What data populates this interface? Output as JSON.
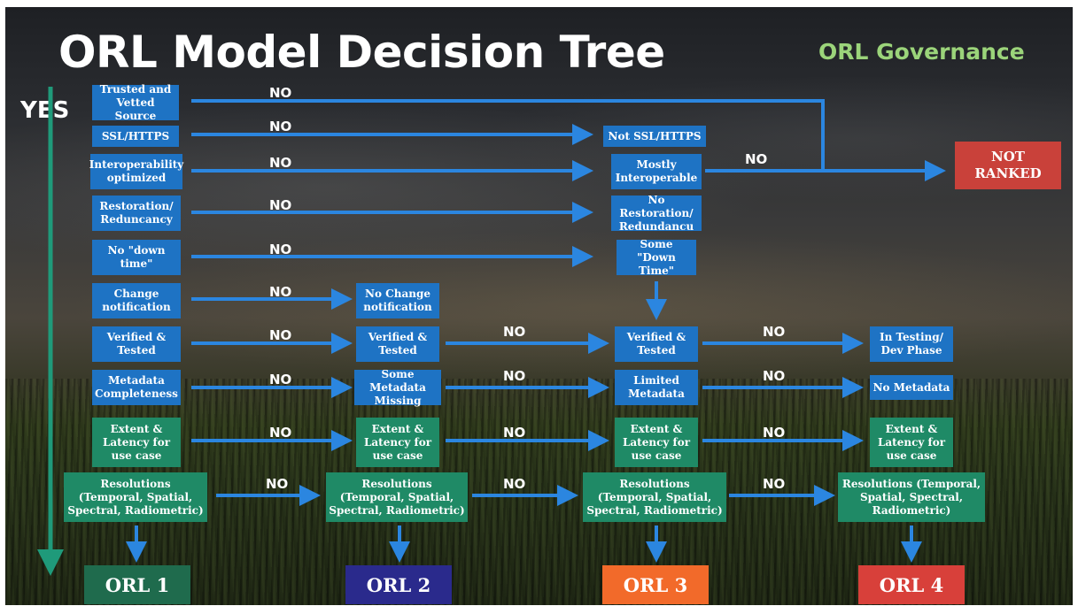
{
  "title": "ORL Model Decision Tree",
  "subtitle": "ORL Governance",
  "yes_label": "YES",
  "no_label": "NO",
  "colors": {
    "criteria_blue": "#1e73c4",
    "criteria_green": "#1f8a66",
    "orl1": "#1f6b4d",
    "orl2": "#2a2a8c",
    "orl3": "#f26a2a",
    "orl4": "#d8403a",
    "not_ranked": "#c9413a",
    "governance_text": "#9bd47a",
    "arrow": "#2b86e0",
    "yes_arrow": "#1f9a7a"
  },
  "criteria": [
    "Trusted and Vetted Source",
    "SSL/HTTPS",
    "Interoperability optimized",
    "Restoration/ Reduncancy",
    "No \"down time\"",
    "Change notification",
    "Verified & Tested",
    "Metadata Completeness",
    "Extent & Latency for use case",
    "Resolutions (Temporal, Spatial, Spectral, Radiometric)"
  ],
  "orl2_column": [
    "No Change notification",
    "Verified & Tested",
    "Some Metadata Missing",
    "Extent & Latency for use case",
    "Resolutions (Temporal, Spatial, Spectral, Radiometric)"
  ],
  "orl3_column": [
    "Not SSL/HTTPS",
    "Mostly Interoperable",
    "No Restoration/ Redundancu",
    "Some \"Down Time\"",
    "Verified & Tested",
    "Limited Metadata",
    "Extent & Latency for use case",
    "Resolutions (Temporal, Spatial, Spectral, Radiometric)"
  ],
  "orl4_column": [
    "In Testing/ Dev Phase",
    "No Metadata",
    "Extent & Latency for use case",
    "Resolutions (Temporal, Spatial, Spectral, Radiometric)"
  ],
  "not_ranked": "NOT RANKED",
  "outcomes": [
    "ORL 1",
    "ORL 2",
    "ORL 3",
    "ORL 4"
  ]
}
